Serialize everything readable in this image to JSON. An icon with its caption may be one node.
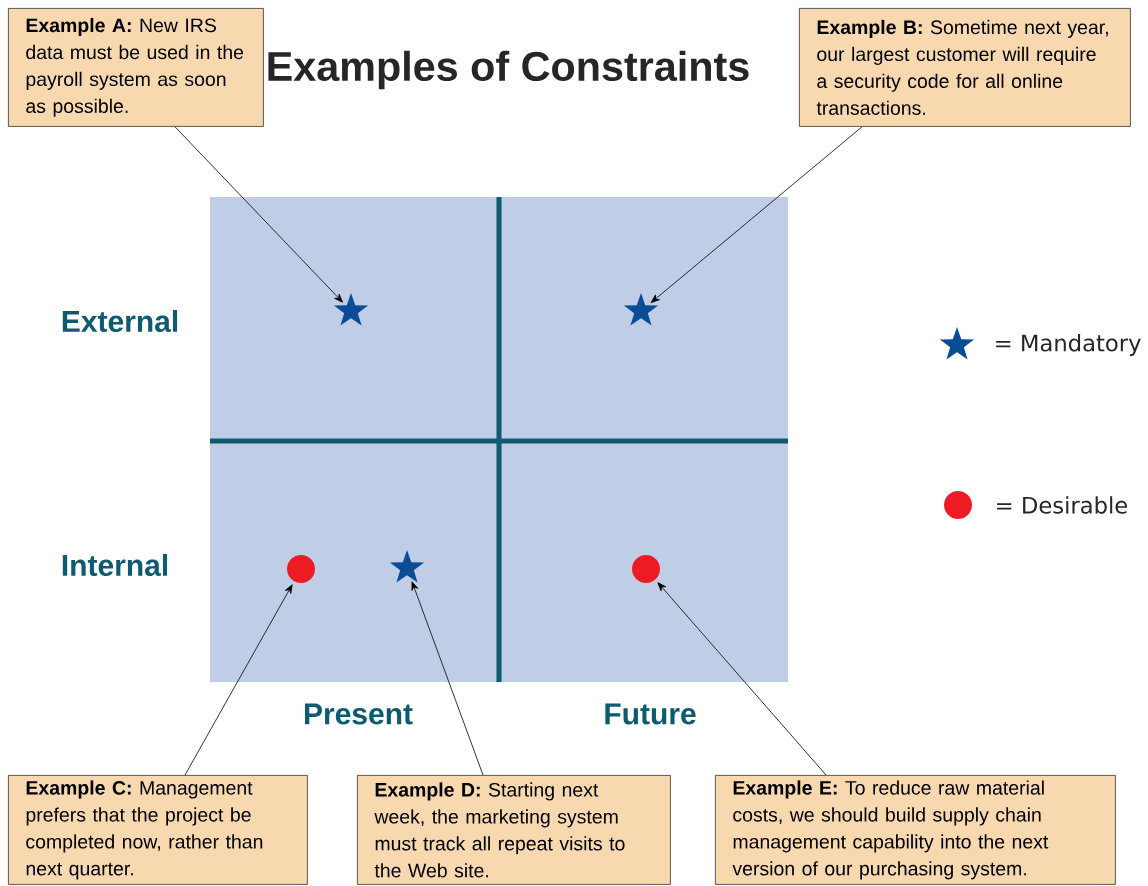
{
  "diagram": {
    "title": "Examples of Constraints",
    "nodes": [
      {
        "text": [
          "**Example A:** New IRS data must be used in the payroll system as soon as possible."
        ]
      },
      {
        "text": [
          "**Example B:** Sometime next year, our largest customer will require a security code for all online transactions."
        ]
      },
      {
        "text": [
          "**Example C:** Management prefers that the project be completed now, rather than next quarter."
        ]
      },
      {
        "text": [
          "**Example D:** Starting next week, the marketing system must track all repeat visits to the Web site."
        ]
      },
      {
        "text": [
          "**Example E:** To reduce raw material costs, we should build supply chain management capability into the next version of our purchasing system."
        ]
      },
      {
        "text": [],
        "shape": "star"
      },
      {
        "text": [],
        "shape": "star"
      },
      {
        "text": [],
        "shape": "circle"
      },
      {
        "text": [],
        "shape": "star"
      },
      {
        "text": [],
        "shape": "circle"
      }
    ],
    "edges": [
      {
        "from": 0,
        "to": 5,
        "arrow": "to"
      },
      {
        "from": 1,
        "to": 6,
        "arrow": "to"
      },
      {
        "from": 2,
        "to": 7,
        "arrow": "to"
      },
      {
        "from": 3,
        "to": 8,
        "arrow": "to"
      },
      {
        "from": 4,
        "to": 9,
        "arrow": "to"
      }
    ],
    "labels": [
      "External",
      "Internal",
      "Present",
      "Future"
    ],
    "legend": [
      {
        "text": "= Mandatory"
      },
      {
        "text": "= Desirable",
        "color": "#ed1c24"
      }
    ]
  }
}
